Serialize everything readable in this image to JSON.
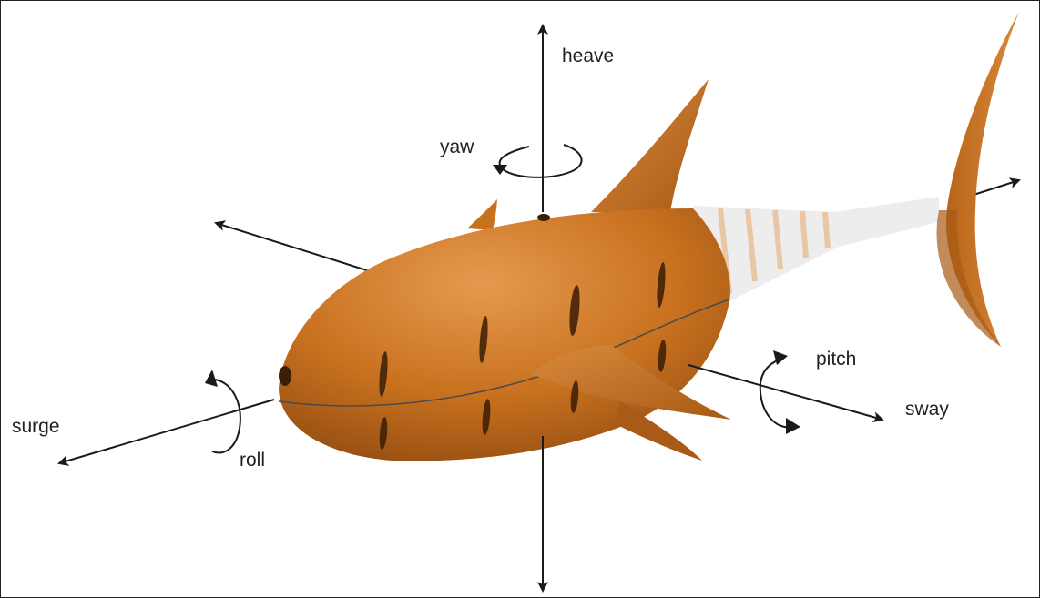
{
  "figure": {
    "labels": {
      "heave": "heave",
      "yaw": "yaw",
      "pitch": "pitch",
      "sway": "sway",
      "surge": "surge",
      "roll": "roll"
    },
    "colors": {
      "body": "#c8711f",
      "body_dark": "#8f4a10",
      "body_light": "#e59a4f",
      "axis": "#1a1a1a",
      "tail_transparent": "#e8e8e8"
    }
  }
}
